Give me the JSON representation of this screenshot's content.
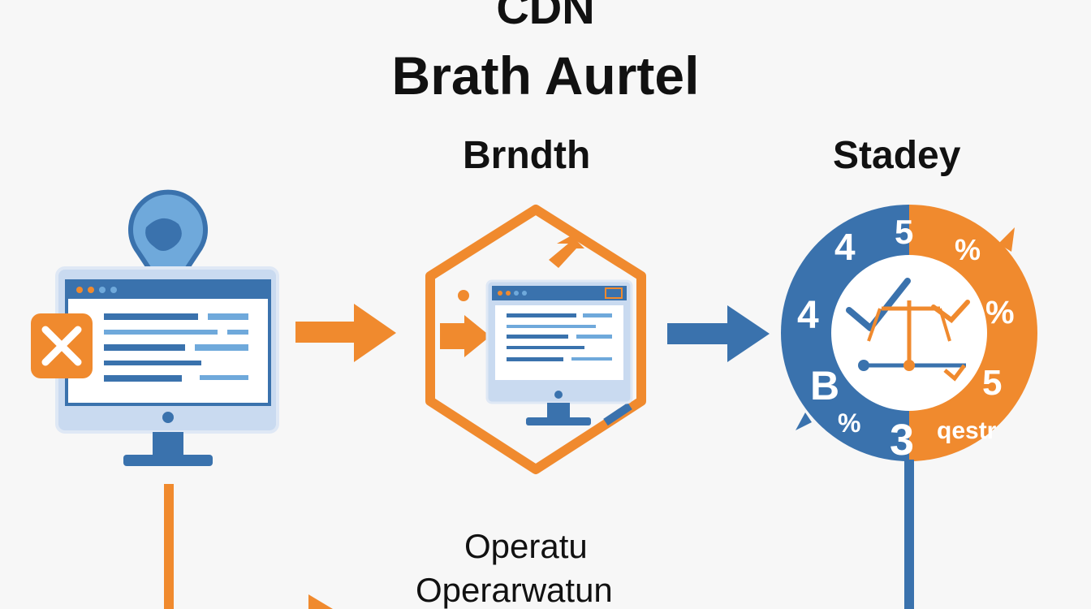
{
  "diagram": {
    "title_top": "CDN",
    "title_main": "Brath Aurtel",
    "steps": [
      {
        "label": ""
      },
      {
        "label": "Brndth"
      },
      {
        "label": "Stadey"
      }
    ],
    "dial_labels": [
      "4",
      "5",
      "%",
      "4",
      "%",
      "B",
      "5",
      "%",
      "3",
      "qestr"
    ],
    "bottom_labels": [
      "Operatu",
      "Operarwatun"
    ],
    "colors": {
      "orange": "#f08a2e",
      "blue": "#3a72ad",
      "light_blue": "#6fa9db",
      "screen_bg": "#e8eef6"
    }
  }
}
